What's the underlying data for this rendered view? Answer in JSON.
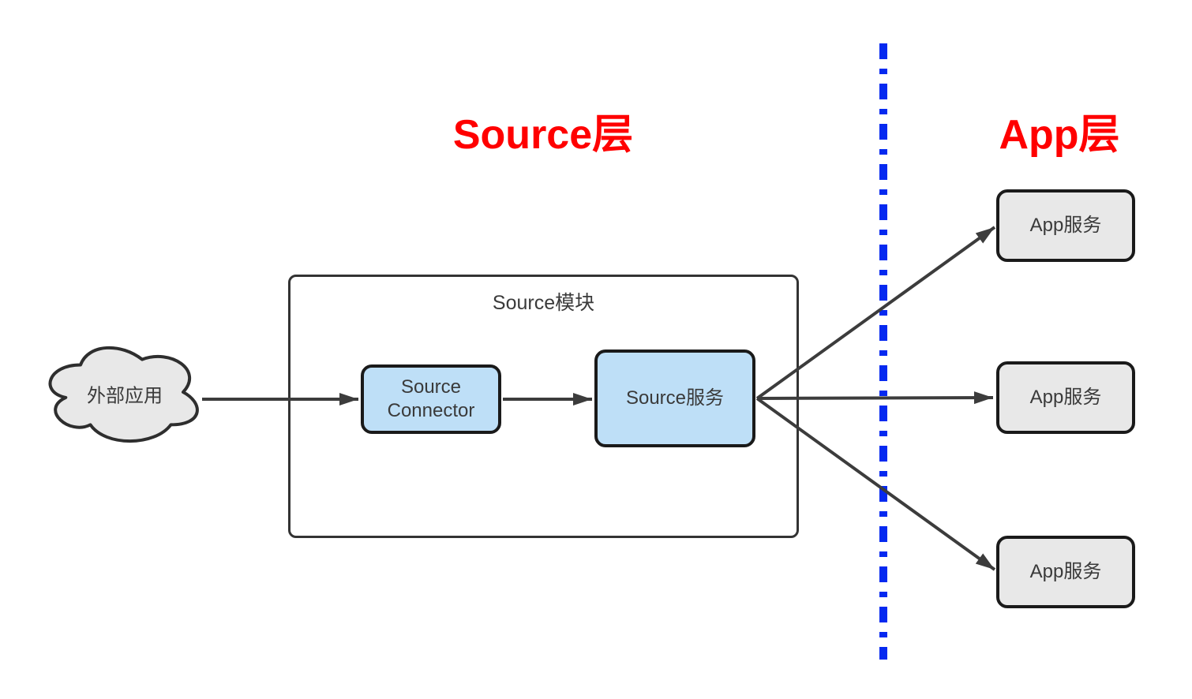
{
  "titles": {
    "source_layer": "Source层",
    "app_layer": "App层"
  },
  "cloud": {
    "label": "外部应用"
  },
  "module": {
    "title": "Source模块"
  },
  "nodes": {
    "connector": {
      "label": "Source Connector"
    },
    "service": {
      "label": "Source服务"
    },
    "apps": [
      {
        "label": "App服务"
      },
      {
        "label": "App服务"
      },
      {
        "label": "App服务"
      }
    ]
  },
  "colors": {
    "title_red": "#FF0000",
    "divider_blue": "#0529F0",
    "node_blue_fill": "#BEDFF7",
    "node_gray_fill": "#E8E8E8",
    "node_border": "#1A1A1A",
    "module_border": "#333333",
    "arrow": "#3C3C3C",
    "text": "#3A3A3A"
  }
}
